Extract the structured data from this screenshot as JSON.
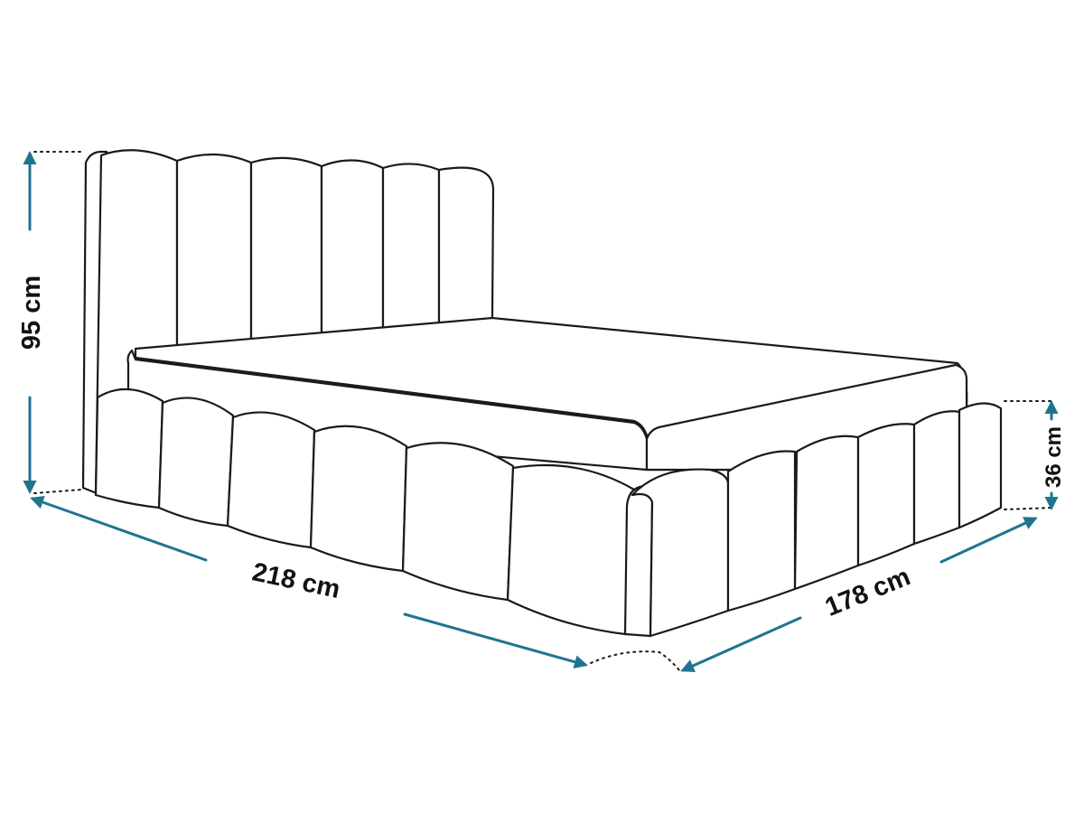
{
  "dimensions": {
    "height_headboard": "95 cm",
    "length": "218 cm",
    "width": "178 cm",
    "height_base": "36 cm"
  },
  "colors": {
    "dimension_arrow": "#1e7590",
    "outline": "#1a1a1a",
    "background": "#ffffff"
  }
}
